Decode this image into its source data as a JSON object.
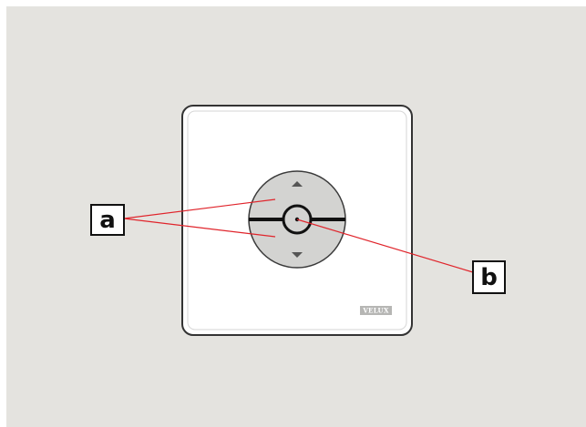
{
  "diagram": {
    "callouts": {
      "a": "a",
      "b": "b"
    },
    "device": {
      "brand": "VELUX",
      "buttons": {
        "up": "up-arrow",
        "down": "down-arrow",
        "stop": "stop-button"
      }
    },
    "colors": {
      "background": "#e4e3df",
      "panel": "#ffffff",
      "panel_border": "#333333",
      "button_disc": "#d3d3d1",
      "divider": "#111111",
      "callout_line": "#e0242b",
      "arrow": "#555555",
      "brand_badge": "#b6b6b4"
    }
  }
}
